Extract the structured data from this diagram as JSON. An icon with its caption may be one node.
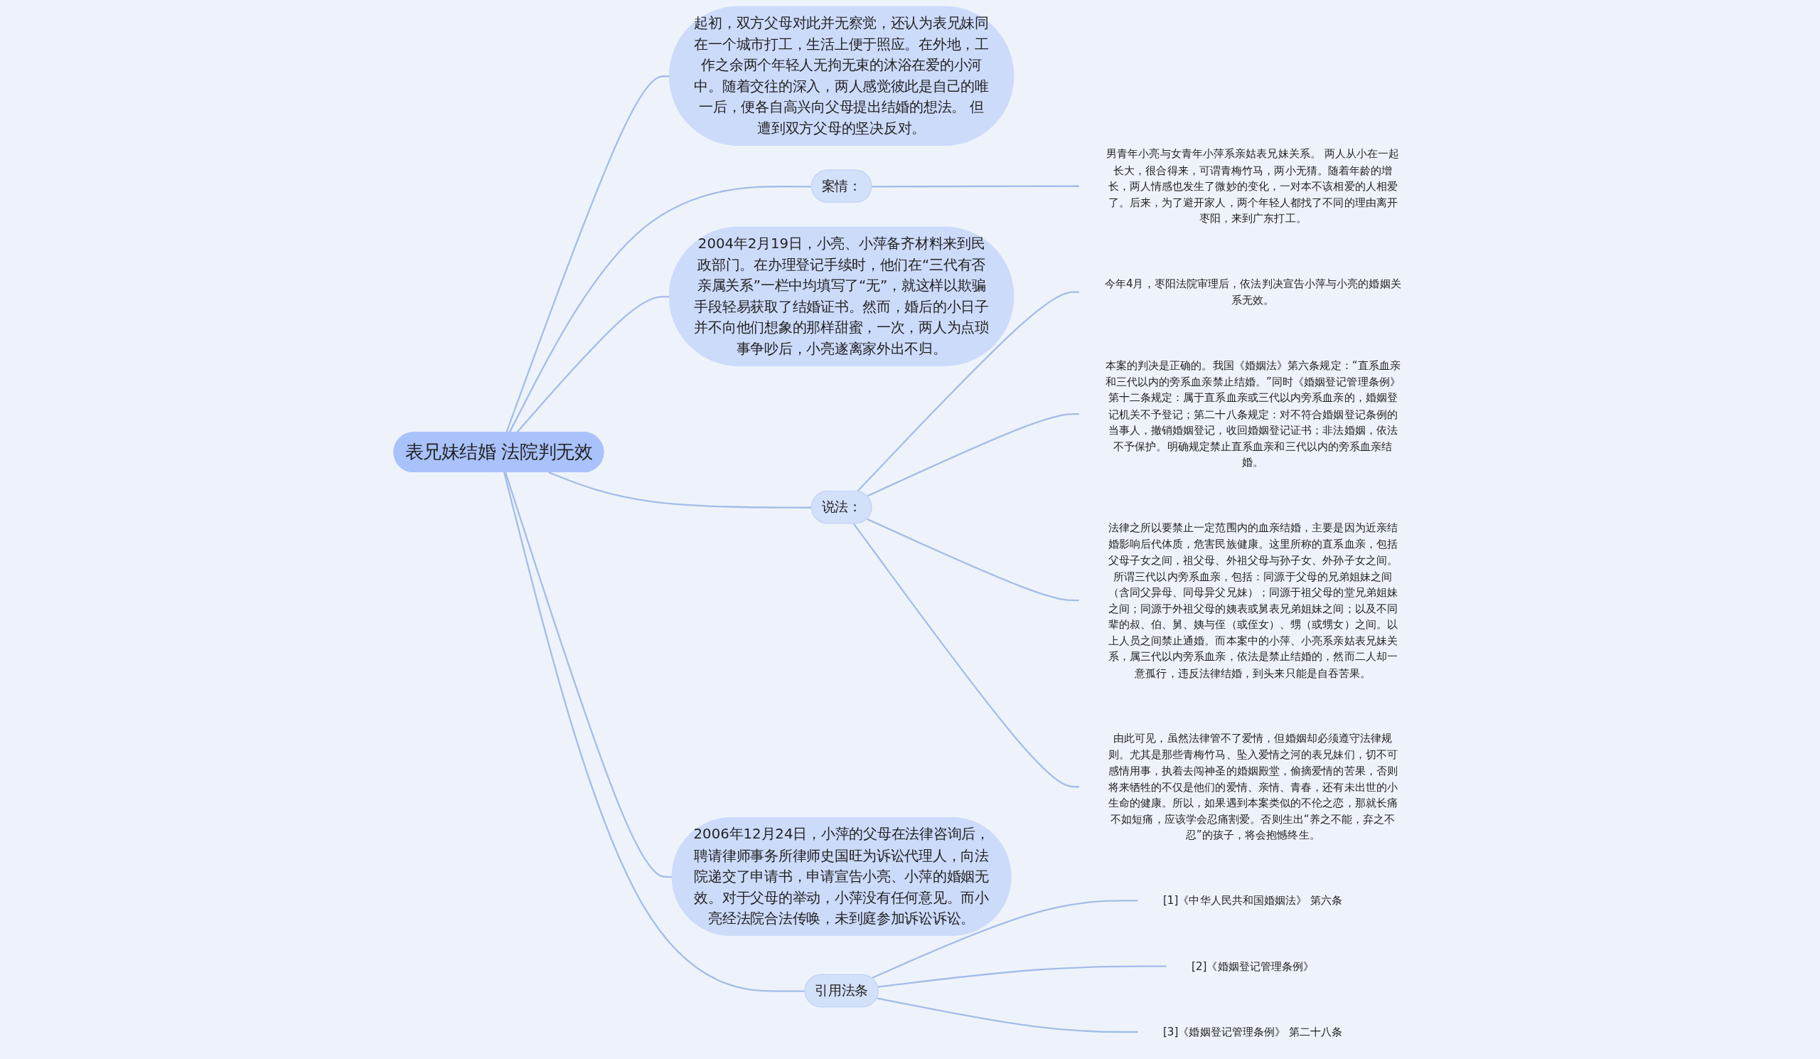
{
  "diagram": {
    "nodes": [
      {
        "text": [
          "表兄妹结婚 法院判无效"
        ]
      },
      {
        "text": [
          "起初，双方父母对此并无察觉，还认为表兄妹同在一个城市打工，生活上便于照应。在外地，工作之余两个年轻人无拘无束的沐浴在爱的小河中。随着交往的深入，两人感觉彼此是自己的唯一后，便各自高兴向父母提出结婚的想法。 但遭到双方父母的坚决反对。"
        ]
      },
      {
        "text": [
          "案情："
        ]
      },
      {
        "text": [
          "男青年小亮与女青年小萍系亲姑表兄妹关系。 两人从小在一起长大，很合得来，可谓青梅竹马，两小无猜。随着年龄的增长，两人情感也发生了微妙的变化，一对本不该相爱的人相爱了。后来，为了避开家人，两个年轻人都找了不同的理由离开枣阳，来到广东打工。"
        ]
      },
      {
        "text": [
          "2004年2月19日，小亮、小萍备齐材料来到民政部门。在办理登记手续时，他们在“三代有否亲属关系”一栏中均填写了“无”，就这样以欺骗手段轻易获取了结婚证书。然而，婚后的小日子并不向他们想象的那样甜蜜，一次，两人为点琐事争吵后，小亮遂离家外出不归。"
        ]
      },
      {
        "text": [
          "说法："
        ]
      },
      {
        "text": [
          "今年4月，枣阳法院审理后，依法判决宣告小萍与小亮的婚姻关系无效。"
        ]
      },
      {
        "text": [
          "本案的判决是正确的。我国《婚姻法》第六条规定：“直系血亲和三代以内的旁系血亲禁止结婚。”同时《婚姻登记管理条例》第十二条规定：属于直系血亲或三代以内旁系血亲的，婚姻登记机关不予登记；第二十八条规定：对不符合婚姻登记条例的当事人，撤销婚姻登记，收回婚姻登记证书；非法婚姻，依法不予保护。明确规定禁止直系血亲和三代以内的旁系血亲结婚。"
        ]
      },
      {
        "text": [
          "法律之所以要禁止一定范围内的血亲结婚，主要是因为近亲结婚影响后代体质，危害民族健康。这里所称的直系血亲，包括父母子女之间，祖父母、外祖父母与孙子女、外孙子女之间。所谓三代以内旁系血亲，包括：同源于父母的兄弟姐妹之间（含同父异母、同母异父兄妹）；同源于祖父母的堂兄弟姐妹之间；同源于外祖父母的姨表或舅表兄弟姐妹之间；以及不同辈的叔、伯、舅、姨与侄（或侄女）、甥（或甥女）之间。以上人员之间禁止通婚。而本案中的小萍、小亮系亲姑表兄妹关系，属三代以内旁系血亲，依法是禁止结婚的，然而二人却一意孤行，违反法律结婚，到头来只能是自吞苦果。"
        ]
      },
      {
        "text": [
          "由此可见，虽然法律管不了爱情，但婚姻却必须遵守法律规则。尤其是那些青梅竹马、坠入爱情之河的表兄妹们，切不可感情用事，执着去闯神圣的婚姻殿堂，偷摘爱情的苦果，否则将来牺牲的不仅是他们的爱情、亲情、青春，还有未出世的小生命的健康。所以，如果遇到本案类似的不伦之恋，那就长痛不如短痛，应该学会忍痛割爱。否则生出“养之不能，弃之不忍”的孩子，将会抱憾终生。"
        ]
      },
      {
        "text": [
          "2006年12月24日，小萍的父母在法律咨询后，聘请律师事务所律师史国旺为诉讼代理人，向法院递交了申请书，申请宣告小亮、小萍的婚姻无效。对于父母的举动，小萍没有任何意见。而小亮经法院合法传唤，未到庭参加诉讼诉讼。"
        ]
      },
      {
        "text": [
          "引用法条"
        ]
      },
      {
        "text": [
          "[1]《中华人民共和国婚姻法》 第六条"
        ]
      },
      {
        "text": [
          "[2]《婚姻登记管理条例》"
        ]
      },
      {
        "text": [
          "[3]《婚姻登记管理条例》 第二十八条"
        ]
      }
    ],
    "edges": [
      {
        "from": 0,
        "to": 1,
        "arrow": "none"
      },
      {
        "from": 0,
        "to": 2,
        "arrow": "none"
      },
      {
        "from": 2,
        "to": 3,
        "arrow": "none"
      },
      {
        "from": 0,
        "to": 4,
        "arrow": "none"
      },
      {
        "from": 0,
        "to": 5,
        "arrow": "none"
      },
      {
        "from": 5,
        "to": 6,
        "arrow": "none"
      },
      {
        "from": 5,
        "to": 7,
        "arrow": "none"
      },
      {
        "from": 5,
        "to": 8,
        "arrow": "none"
      },
      {
        "from": 5,
        "to": 9,
        "arrow": "none"
      },
      {
        "from": 0,
        "to": 10,
        "arrow": "none"
      },
      {
        "from": 0,
        "to": 11,
        "arrow": "none"
      },
      {
        "from": 11,
        "to": 12,
        "arrow": "none"
      },
      {
        "from": 11,
        "to": 13,
        "arrow": "none"
      },
      {
        "from": 11,
        "to": 14,
        "arrow": "none"
      }
    ]
  }
}
